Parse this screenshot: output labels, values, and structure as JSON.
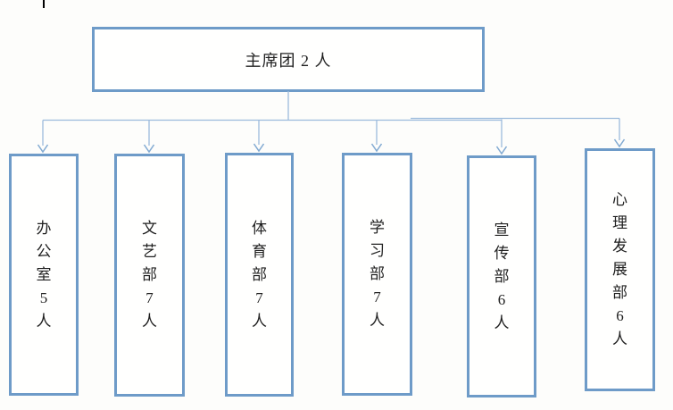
{
  "diagram_type": "organization-chart",
  "colors": {
    "box_border": "#6e9bc8",
    "connector_line": "#9cbbdc",
    "arrow": "#82aad2",
    "text": "#1f1f1f",
    "cursor_mark": "#000000"
  },
  "root": {
    "label": "主席团 2 人",
    "name": "主席团",
    "member_count": 2
  },
  "departments": [
    {
      "name": "办公室",
      "member_count": 5,
      "vertical_label": "办公室5人"
    },
    {
      "name": "文艺部",
      "member_count": 7,
      "vertical_label": "文艺部7人"
    },
    {
      "name": "体育部",
      "member_count": 7,
      "vertical_label": "体育部7人"
    },
    {
      "name": "学习部",
      "member_count": 7,
      "vertical_label": "学习部7人"
    },
    {
      "name": "宣传部",
      "member_count": 6,
      "vertical_label": "宣传部6人"
    },
    {
      "name": "心理发展部",
      "member_count": 6,
      "vertical_label": "心理发展部6人"
    }
  ]
}
